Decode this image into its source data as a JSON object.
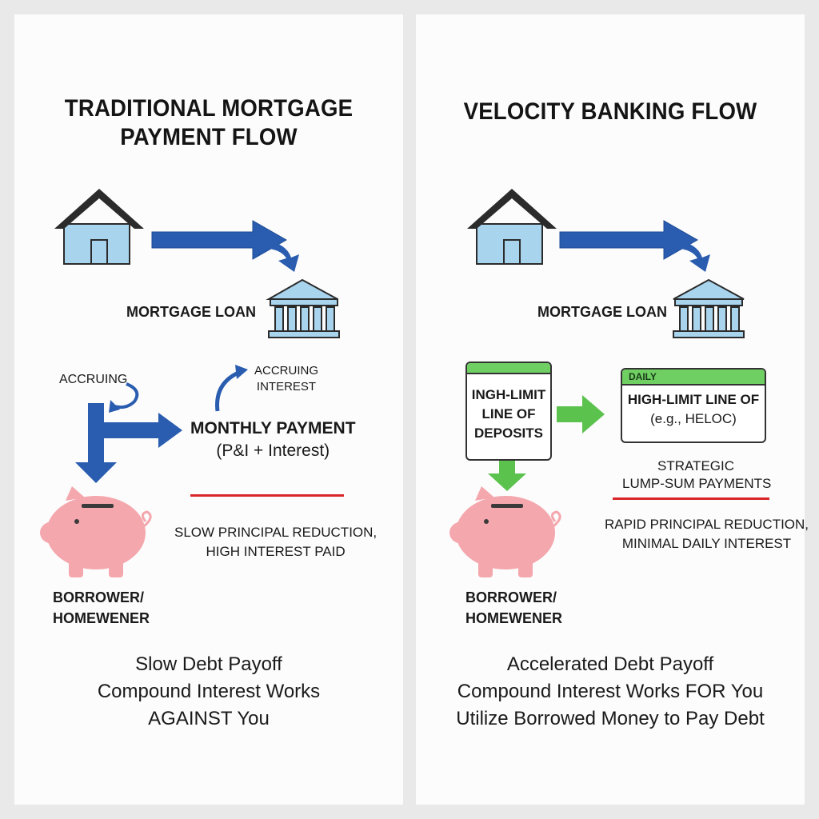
{
  "left": {
    "title_line1": "TRADITIONAL MORTGAGE",
    "title_line2": "PAYMENT FLOW",
    "mortgage_loan": "MORTGAGE LOAN",
    "accruing_small": "ACCRUING",
    "accruing_interest_line1": "ACCRUING",
    "accruing_interest_line2": "INTEREST",
    "monthly_payment_line1": "MONTHLY PAYMENT",
    "monthly_payment_line2": "(P&I + Interest)",
    "result_line1": "SLOW PRINCIPAL REDUCTION,",
    "result_line2": "HIGH INTEREST PAID",
    "borrower_line1": "BORROWER/",
    "borrower_line2": "HOMEWENER",
    "footer": [
      "Slow Debt Payoff",
      "Compound Interest Works",
      "AGAINST You"
    ]
  },
  "right": {
    "title": "VELOCITY BANKING FLOW",
    "mortgage_loan": "MORTGAGE LOAN",
    "deposits_card": [
      "INGH-LIMIT",
      "LINE OF",
      "DEPOSITS"
    ],
    "heloc_tag": "DAILY",
    "heloc_card": [
      "HIGH-LIMIT LINE OF",
      "(e.g., HELOC)"
    ],
    "strategic_line1": "STRATEGIC",
    "strategic_line2": "LUMP-SUM PAYMENTS",
    "result_line1": "RAPID PRINCIPAL REDUCTION,",
    "result_line2": "MINIMAL DAILY INTEREST",
    "borrower_line1": "BORROWER/",
    "borrower_line2": "HOMEWENER",
    "footer": [
      "Accelerated Debt Payoff",
      "Compound Interest Works FOR You",
      "Utilize Borrowed Money to Pay Debt"
    ]
  },
  "colors": {
    "blue_arrow": "#2a5db0",
    "green_arrow": "#5cc24e",
    "house_fill": "#a9d4ee",
    "roof": "#2b2b2b",
    "bank_fill": "#a9d4ee",
    "pig": "#f4a7ad",
    "red_line": "#d9262a"
  }
}
